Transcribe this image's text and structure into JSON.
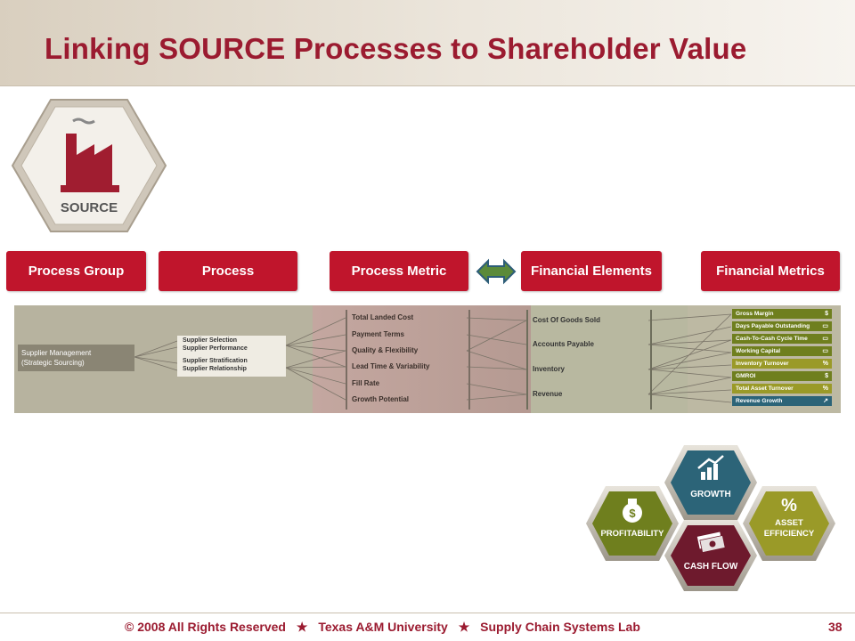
{
  "title": "Linking SOURCE Processes to Shareholder Value",
  "source_badge": {
    "label": "SOURCE",
    "icon": "factory-icon"
  },
  "headers": {
    "process_group": "Process Group",
    "process": "Process",
    "process_metric": "Process Metric",
    "financial_elements": "Financial Elements",
    "financial_metrics": "Financial Metrics"
  },
  "diagram": {
    "process_group": [
      "Supplier Management",
      "(Strategic Sourcing)"
    ],
    "processes": [
      "Supplier Selection",
      "Supplier Performance",
      "Supplier Stratification",
      "Supplier Relationship"
    ],
    "process_metrics": [
      "Total Landed Cost",
      "Payment Terms",
      "Quality & Flexibility",
      "Lead Time & Variability",
      "Fill Rate",
      "Growth Potential"
    ],
    "financial_elements": [
      "Cost Of Goods Sold",
      "Accounts Payable",
      "Inventory",
      "Revenue"
    ],
    "financial_metrics": [
      {
        "label": "Gross Margin",
        "color": "#6f7f1e",
        "icon": "$"
      },
      {
        "label": "Days Payable Outstanding",
        "color": "#6f7f1e",
        "icon": "▭"
      },
      {
        "label": "Cash-To-Cash Cycle Time",
        "color": "#6f7f1e",
        "icon": "▭"
      },
      {
        "label": "Working Capital",
        "color": "#6f7f1e",
        "icon": "▭"
      },
      {
        "label": "Inventory Turnover",
        "color": "#9a9a28",
        "icon": "%"
      },
      {
        "label": "GMROI",
        "color": "#6f7f1e",
        "icon": "$"
      },
      {
        "label": "Total Asset Turnover",
        "color": "#9a9a28",
        "icon": "%"
      },
      {
        "label": "Revenue Growth",
        "color": "#2c6478",
        "icon": "↗"
      }
    ]
  },
  "value_hexes": {
    "growth": "GROWTH",
    "profitability": "PROFITABILITY",
    "asset_efficiency": [
      "ASSET",
      "EFFICIENCY"
    ],
    "cash_flow": "CASH FLOW"
  },
  "footer": {
    "copyright": "© 2008 All Rights Reserved",
    "university": "Texas A&M University",
    "lab": "Supply Chain Systems Lab",
    "page": "38"
  },
  "colors": {
    "brand": "#9b1b30",
    "button": "#c0152c",
    "growth": "#2c6478",
    "profitability": "#6f7f1e",
    "asset_efficiency": "#9a9a28",
    "cash_flow": "#6e1a2d"
  }
}
